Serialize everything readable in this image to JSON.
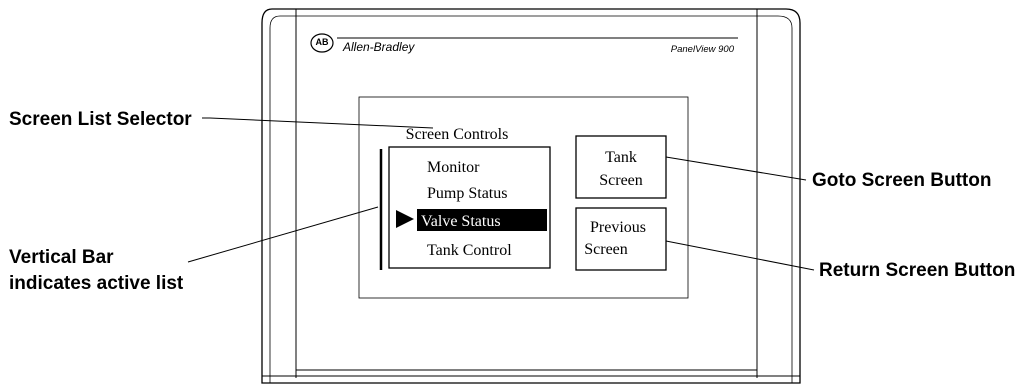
{
  "header": {
    "logo_text": "AB",
    "brand": "Allen-Bradley",
    "model": "PanelView 900"
  },
  "screen": {
    "list_title": "Screen Controls",
    "list_items": [
      {
        "label": "Monitor",
        "selected": false
      },
      {
        "label": "Pump Status",
        "selected": false
      },
      {
        "label": "Valve Status",
        "selected": true
      },
      {
        "label": "Tank Control",
        "selected": false
      }
    ],
    "goto_button": {
      "line1": "Tank",
      "line2": "Screen"
    },
    "return_button": {
      "line1": "Previous",
      "line2": "Screen"
    }
  },
  "callouts": {
    "screen_list_selector": "Screen List Selector",
    "vertical_bar_line1": "Vertical Bar",
    "vertical_bar_line2": "indicates active list",
    "goto_screen_button": "Goto Screen Button",
    "return_screen_button": "Return Screen Button"
  },
  "colors": {
    "ink": "#000000",
    "background": "#ffffff",
    "selected_fill": "#000000",
    "selected_text": "#ffffff"
  }
}
